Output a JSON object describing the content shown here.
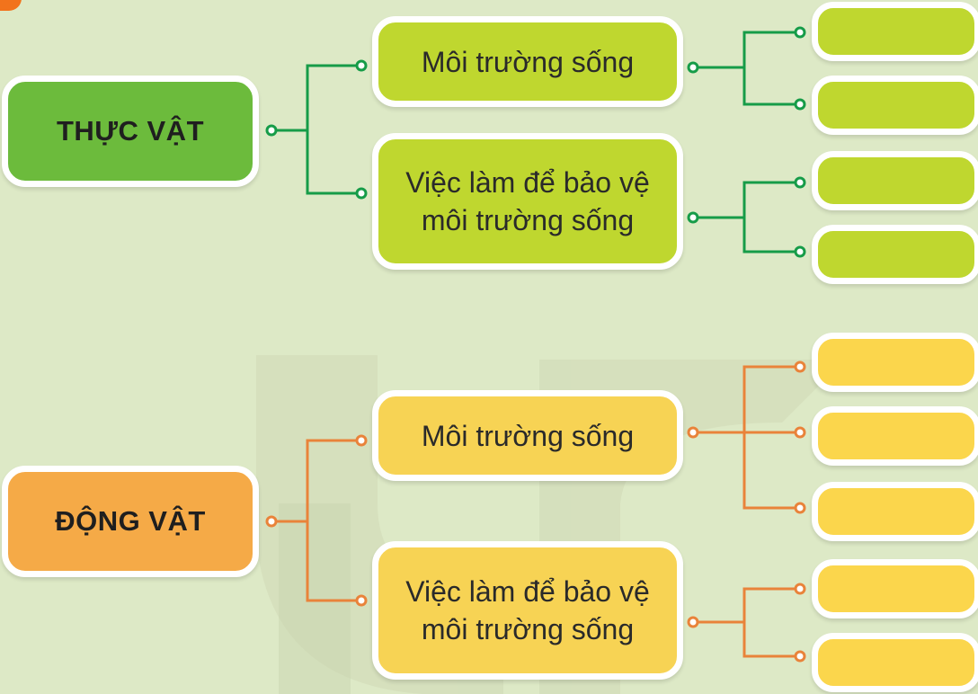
{
  "diagram": {
    "groups": [
      {
        "id": "thuc-vat",
        "root_label": "THỰC VẬT",
        "color": "#169c48",
        "branches": [
          {
            "label": "Môi trường sống",
            "leaves": [
              "",
              ""
            ]
          },
          {
            "label_line1": "Việc làm để bảo vệ",
            "label_line2": "môi trường sống",
            "leaves": [
              "",
              ""
            ]
          }
        ]
      },
      {
        "id": "dong-vat",
        "root_label": "ĐỘNG VẬT",
        "color": "#e9833a",
        "branches": [
          {
            "label": "Môi trường sống",
            "leaves": [
              "",
              "",
              ""
            ]
          },
          {
            "label_line1": "Việc làm để bảo vệ",
            "label_line2": "môi trường sống",
            "leaves": [
              "",
              ""
            ]
          }
        ]
      }
    ]
  },
  "colors": {
    "background": "#dde9c6",
    "root_green": "#6cbb3c",
    "root_orange": "#f5aa47",
    "branch_green": "#bfd72f",
    "branch_yellow": "#f7d354",
    "connector_green": "#169c48",
    "connector_orange": "#e9833a"
  }
}
